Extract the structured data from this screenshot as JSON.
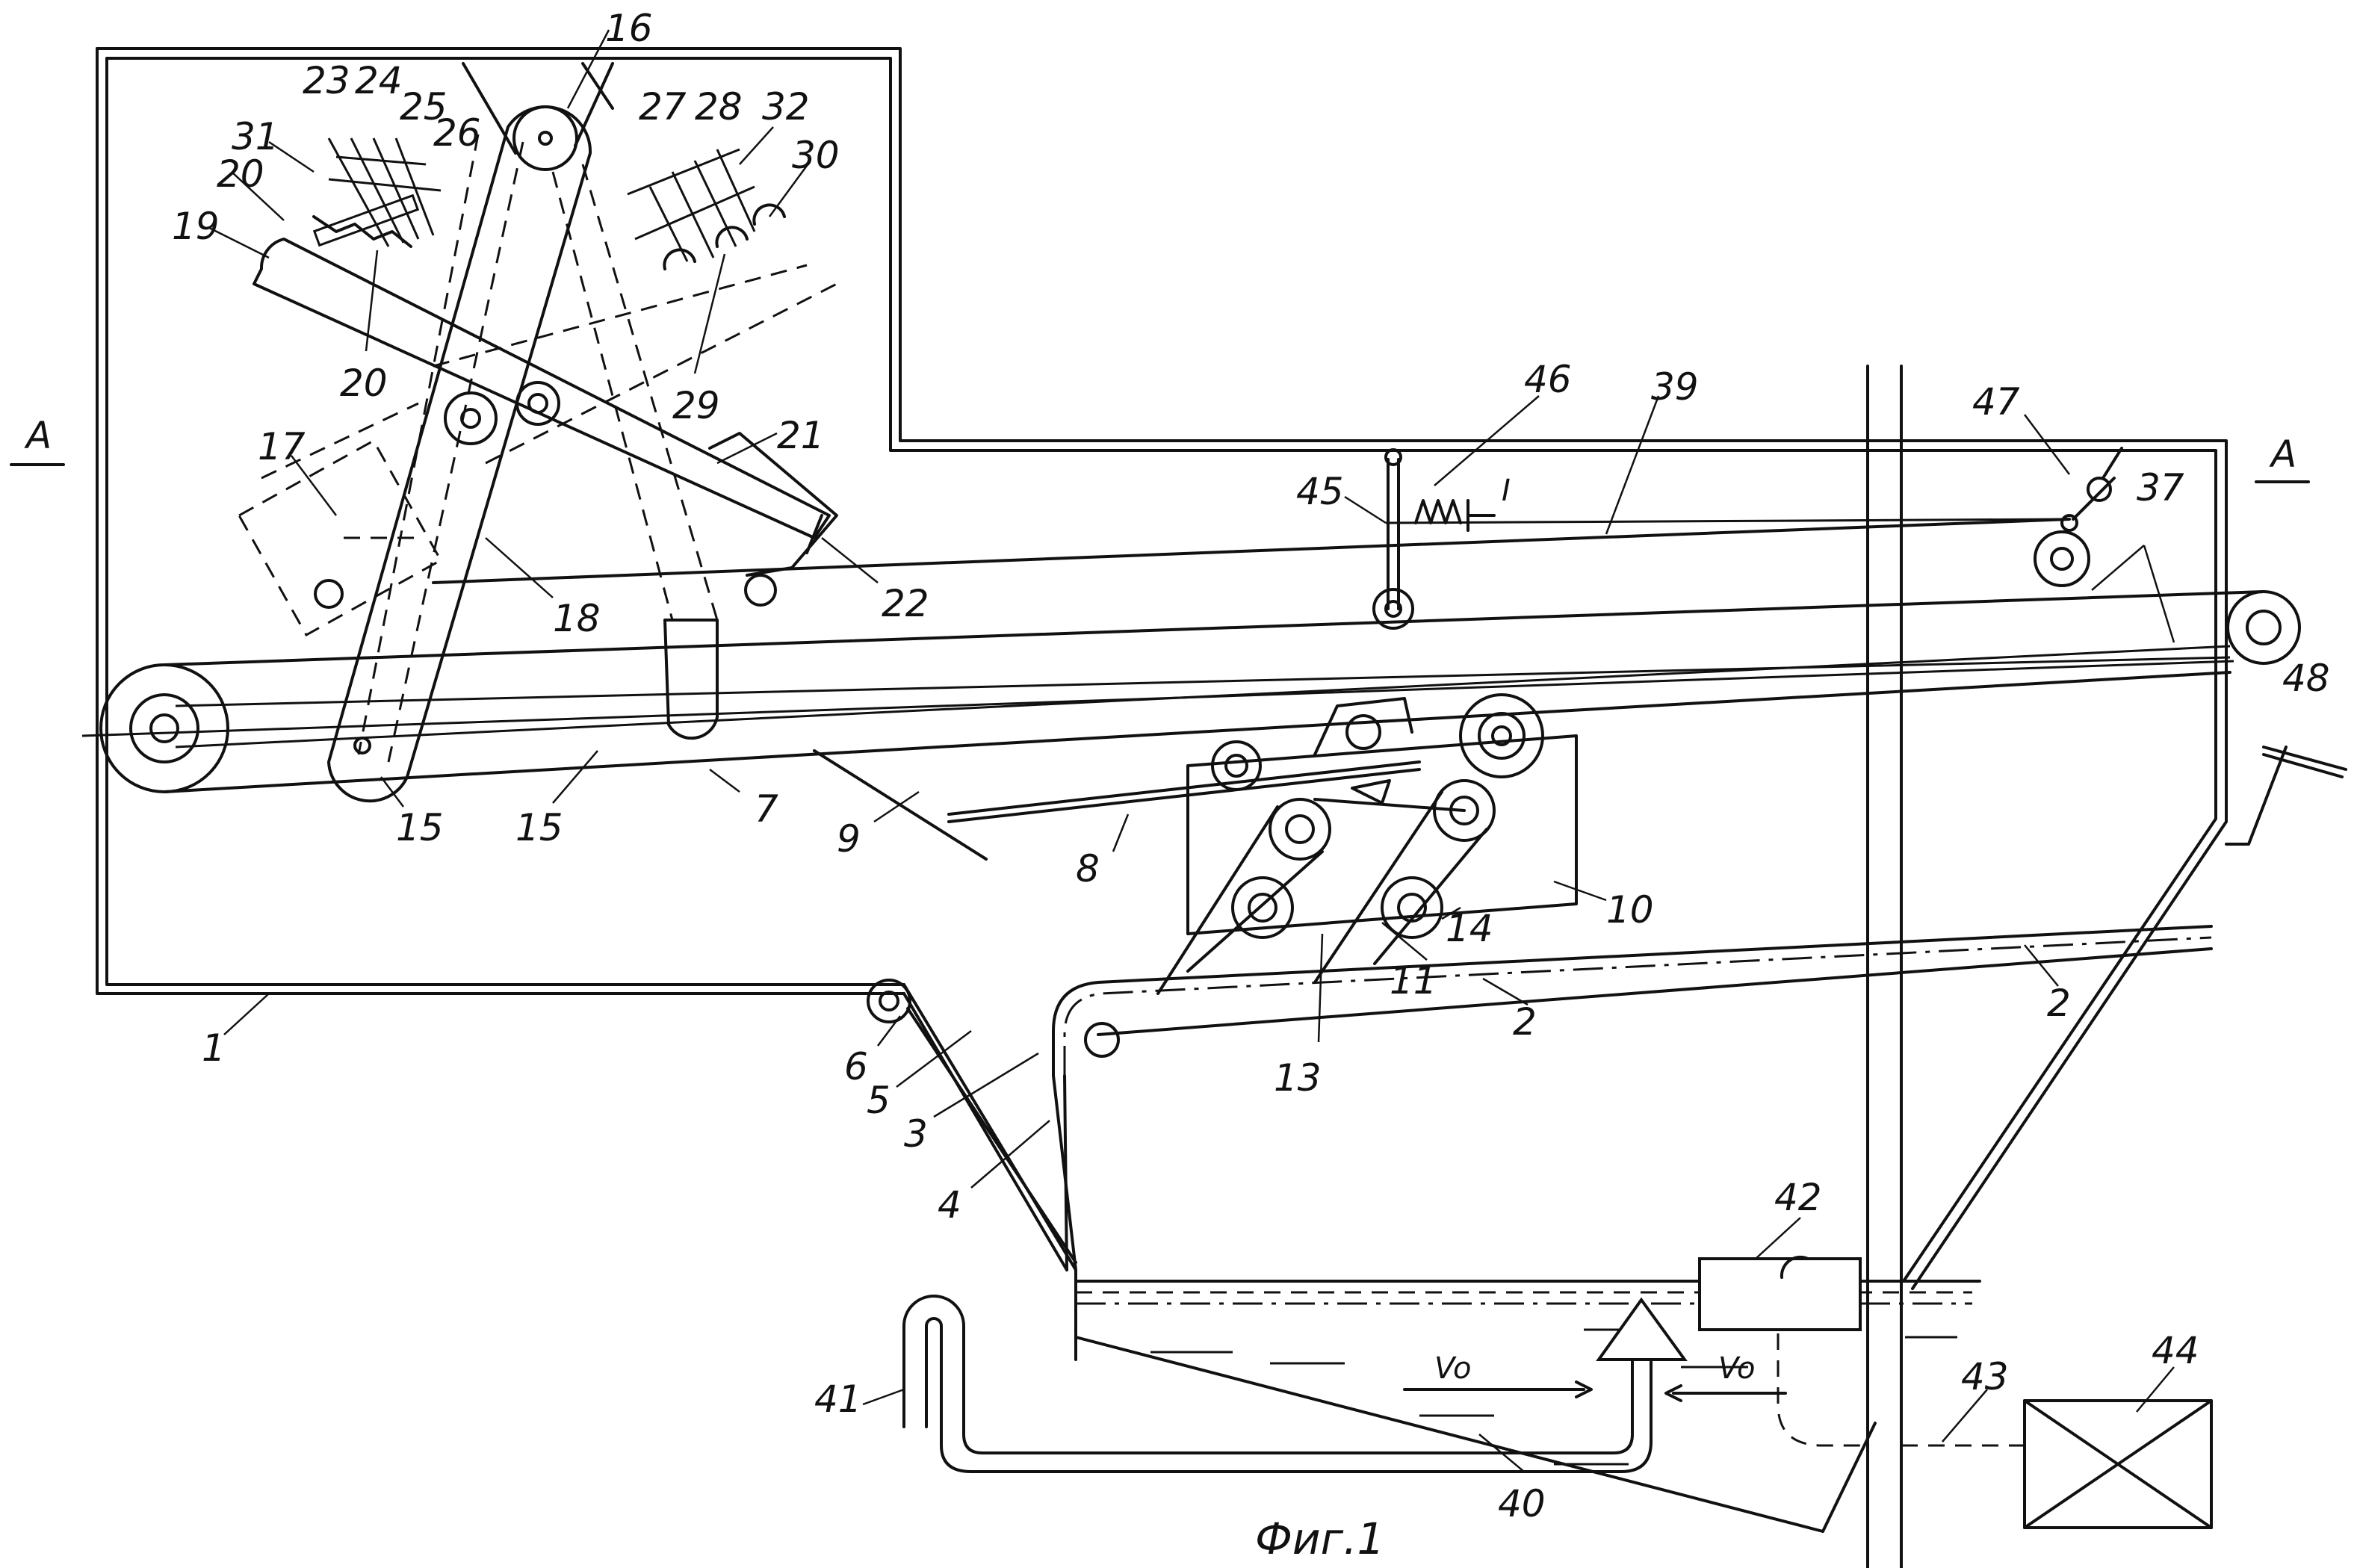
{
  "figure": {
    "caption": "Фиг.1",
    "section_marks": [
      "A",
      "A"
    ],
    "letter_marks": [
      "I"
    ],
    "flow_labels": [
      "Vo",
      "Vo"
    ]
  },
  "labels": [
    {
      "id": "1",
      "text": "1"
    },
    {
      "id": "2a",
      "text": "2"
    },
    {
      "id": "2b",
      "text": "2"
    },
    {
      "id": "3",
      "text": "3"
    },
    {
      "id": "4",
      "text": "4"
    },
    {
      "id": "5",
      "text": "5"
    },
    {
      "id": "6",
      "text": "6"
    },
    {
      "id": "7",
      "text": "7"
    },
    {
      "id": "8",
      "text": "8"
    },
    {
      "id": "9",
      "text": "9"
    },
    {
      "id": "10",
      "text": "10"
    },
    {
      "id": "11",
      "text": "11"
    },
    {
      "id": "13",
      "text": "13"
    },
    {
      "id": "14",
      "text": "14"
    },
    {
      "id": "15a",
      "text": "15"
    },
    {
      "id": "15b",
      "text": "15"
    },
    {
      "id": "16",
      "text": "16"
    },
    {
      "id": "17",
      "text": "17"
    },
    {
      "id": "18",
      "text": "18"
    },
    {
      "id": "19",
      "text": "19"
    },
    {
      "id": "20a",
      "text": "20"
    },
    {
      "id": "20b",
      "text": "20"
    },
    {
      "id": "21",
      "text": "21"
    },
    {
      "id": "22",
      "text": "22"
    },
    {
      "id": "23",
      "text": "23"
    },
    {
      "id": "24",
      "text": "24"
    },
    {
      "id": "25",
      "text": "25"
    },
    {
      "id": "26",
      "text": "26"
    },
    {
      "id": "27",
      "text": "27"
    },
    {
      "id": "28",
      "text": "28"
    },
    {
      "id": "29",
      "text": "29"
    },
    {
      "id": "30",
      "text": "30"
    },
    {
      "id": "31",
      "text": "31"
    },
    {
      "id": "32",
      "text": "32"
    },
    {
      "id": "37",
      "text": "37"
    },
    {
      "id": "39",
      "text": "39"
    },
    {
      "id": "40",
      "text": "40"
    },
    {
      "id": "41",
      "text": "41"
    },
    {
      "id": "42",
      "text": "42"
    },
    {
      "id": "43",
      "text": "43"
    },
    {
      "id": "44",
      "text": "44"
    },
    {
      "id": "45",
      "text": "45"
    },
    {
      "id": "46",
      "text": "46"
    },
    {
      "id": "47",
      "text": "47"
    },
    {
      "id": "48",
      "text": "48"
    }
  ]
}
